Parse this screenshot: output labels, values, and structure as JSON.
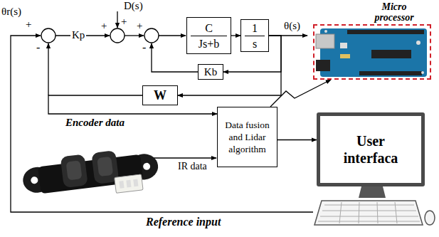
{
  "diagram": {
    "nodes": [
      {
        "text": [
          "C",
          "Js+b"
        ]
      },
      {
        "text": [
          "1",
          "s"
        ]
      },
      {
        "text": [
          "Kb"
        ]
      },
      {
        "text": [
          "W"
        ]
      },
      {
        "text": [
          "Data fusion and Lidar algorithm"
        ]
      },
      {
        "text": [
          "User interfaca"
        ]
      },
      {
        "text": [
          "Micro processor"
        ]
      }
    ],
    "edges": [
      {
        "from": 0,
        "to": 1,
        "arrow": "to"
      },
      {
        "from": 1,
        "to": 2,
        "arrow": "to"
      },
      {
        "from": 1,
        "to": 3,
        "arrow": "to"
      },
      {
        "from": 3,
        "to": 4,
        "label": "Encoder data",
        "arrow": "to"
      },
      {
        "from": 4,
        "to": 5,
        "arrow": "to"
      },
      {
        "from": 4,
        "to": 6,
        "arrow": "to"
      }
    ],
    "labels": [
      "θr(s)",
      "+",
      "-",
      "Kp",
      "+",
      "D(s)",
      "+",
      "+",
      "-",
      "θ(s)",
      "IR data",
      "Reference input"
    ]
  }
}
